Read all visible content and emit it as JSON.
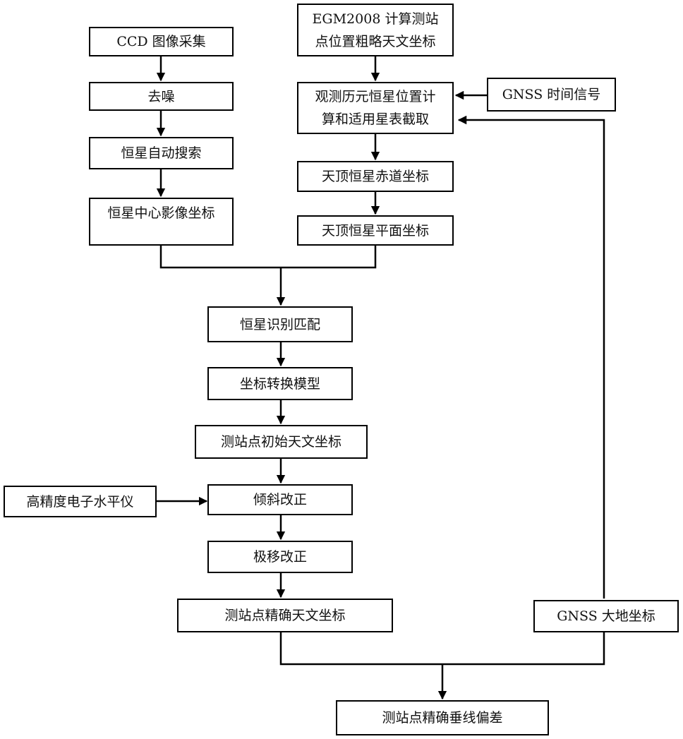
{
  "nodes": {
    "ccd": "CCD 图像采集",
    "denoise": "去噪",
    "auto_search": "恒星自动搜索",
    "center_coords": "恒星中心影像坐标",
    "egm_line1": "EGM2008  计算测站",
    "egm_line2": "点位置粗略天文坐标",
    "ephemeris_line1": "观测历元恒星位置计",
    "ephemeris_line2": "算和适用星表截取",
    "gnss_time": "GNSS 时间信号",
    "zenith_equatorial": "天顶恒星赤道坐标",
    "zenith_plane": "天顶恒星平面坐标",
    "star_match": "恒星识别匹配",
    "coord_transform": "坐标转换模型",
    "initial_astro": "测站点初始天文坐标",
    "level": "高精度电子水平仪",
    "tilt_correction": "倾斜改正",
    "polar_correction": "极移改正",
    "precise_astro": "测站点精确天文坐标",
    "gnss_geodetic": "GNSS 大地坐标",
    "vertical_deflection": "测站点精确垂线偏差"
  },
  "colors": {
    "stroke": "#000000",
    "fill": "#ffffff",
    "text": "#111111"
  }
}
